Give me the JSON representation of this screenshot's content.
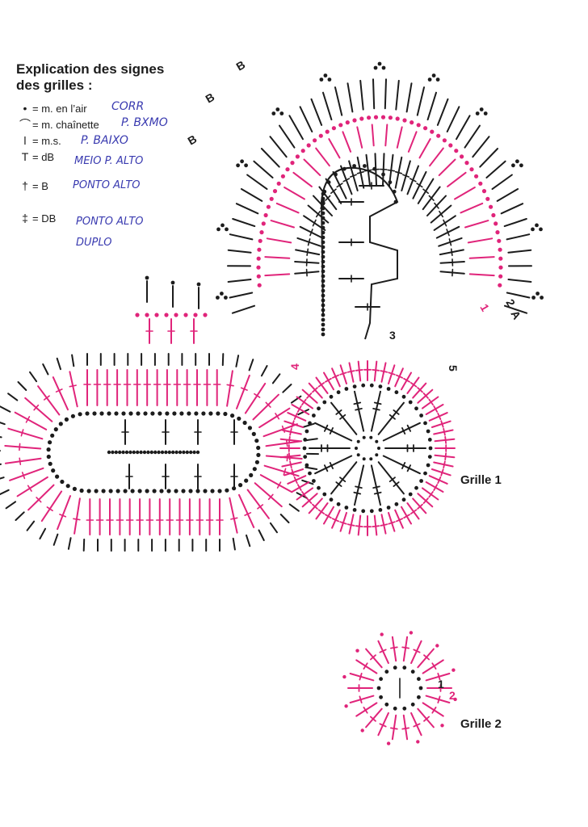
{
  "legend": {
    "title_line1": "Explication des signes",
    "title_line2": "des grilles :",
    "items": [
      {
        "symbol": "•",
        "text": "= m. en l’air",
        "note": "CORR"
      },
      {
        "symbol": "⌒",
        "text": "= m. chaînette",
        "note": "P. BXMO"
      },
      {
        "symbol": "ǀ",
        "text": "= m.s.",
        "note": "P. BAIXO"
      },
      {
        "symbol": "T",
        "text": "= dB",
        "note": "MEIO P. ALTO"
      },
      {
        "symbol": "†",
        "text": "= B",
        "note": "PONTO ALTO"
      },
      {
        "symbol": "‡",
        "text": "= DB",
        "note": "PONTO ALTO DUPLO"
      }
    ]
  },
  "grids": [
    {
      "label": "Grille 1"
    },
    {
      "label": "Grille 2"
    }
  ],
  "markers": {
    "b1": "B",
    "b2": "B",
    "b3": "B",
    "r1": "1",
    "r2": "2",
    "ra": "A",
    "r3": "3",
    "r4": "4",
    "r5": "5",
    "g2_r1": "1",
    "g2_r2": "2"
  },
  "colors": {
    "black": "#1c1c1c",
    "magenta": "#e0247a",
    "ink_blue": "#3a3bb0"
  }
}
